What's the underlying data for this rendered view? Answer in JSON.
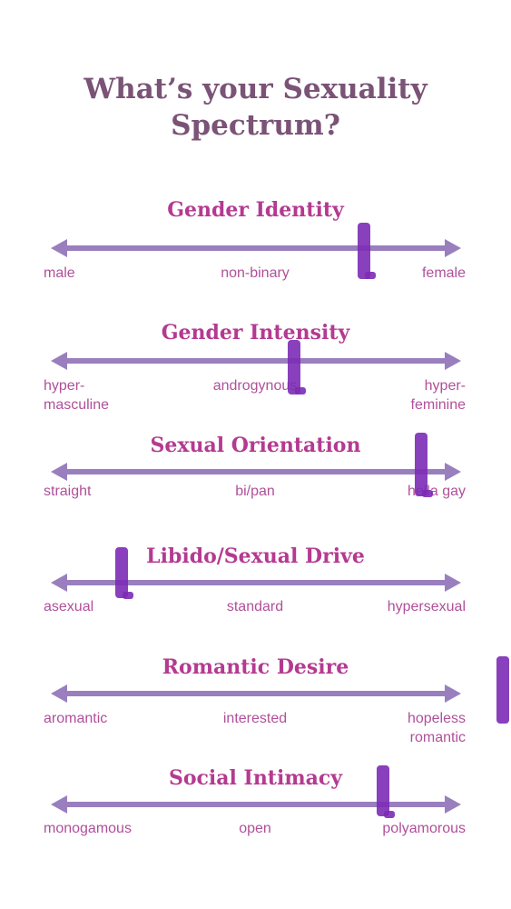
{
  "title": {
    "line1": "What’s your Sexuality",
    "line2": "Spectrum?"
  },
  "colors": {
    "title": "#7a5376",
    "heading": "#b43a91",
    "axis": "#9a7fbe",
    "label": "#b0509a",
    "marker": "#7c2bb5"
  },
  "spectra": [
    {
      "heading": "Gender Identity",
      "left": "male",
      "middle": "non-binary",
      "right": "female",
      "marker_position": 0.78
    },
    {
      "heading": "Gender Intensity",
      "left": "hyper-\nmasculine",
      "middle": "androgynous",
      "right": "hyper-\nfeminine",
      "marker_position": 0.6
    },
    {
      "heading": "Sexual Orientation",
      "left": "straight",
      "middle": "bi/pan",
      "right": "hella gay",
      "marker_position": 0.93
    },
    {
      "heading": "Libido/Sexual Drive",
      "left": "asexual",
      "middle": "standard",
      "right": "hypersexual",
      "marker_position": 0.15
    },
    {
      "heading": "Romantic Desire",
      "left": "aromantic",
      "middle": "interested",
      "right": "hopeless\nromantic",
      "marker_position": 1.15
    },
    {
      "heading": "Social Intimacy",
      "left": "monogamous",
      "middle": "open",
      "right": "polyamorous",
      "marker_position": 0.83
    }
  ]
}
